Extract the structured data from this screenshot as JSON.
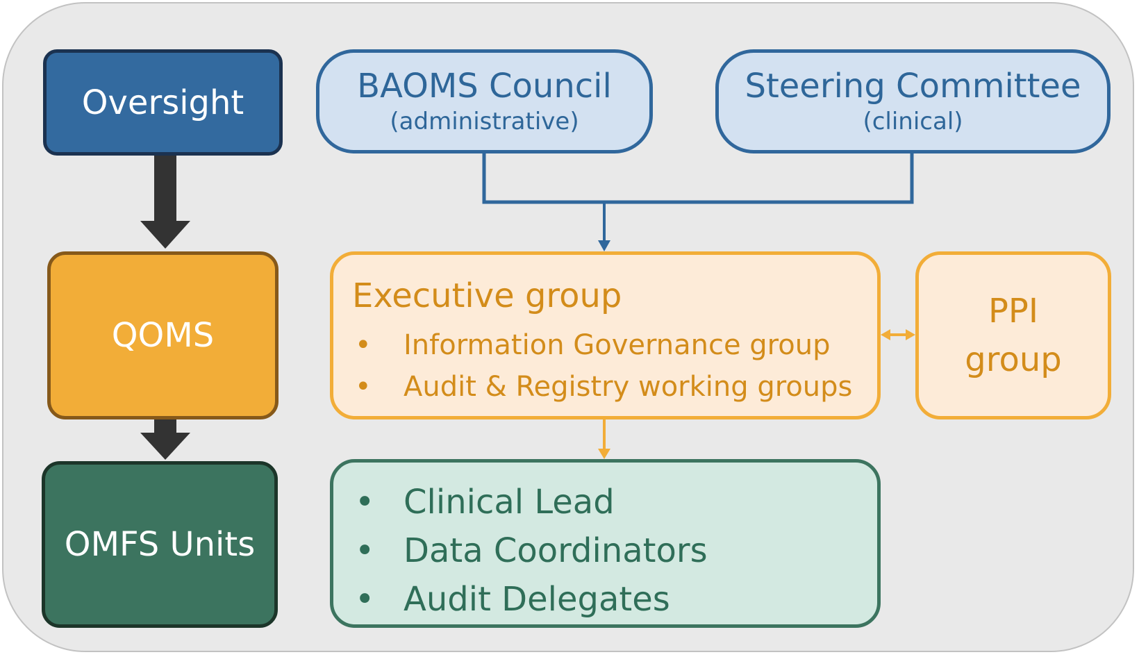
{
  "oversight": {
    "label": "Oversight"
  },
  "qoms": {
    "label": "QOMS"
  },
  "omfs_units": {
    "label": "OMFS Units"
  },
  "baoms_council": {
    "title": "BAOMS Council",
    "subtitle": "(administrative)"
  },
  "steering_committee": {
    "title": "Steering Committee",
    "subtitle": "(clinical)"
  },
  "executive_group": {
    "title": "Executive group",
    "items": [
      "Information Governance group",
      "Audit & Registry working groups"
    ]
  },
  "ppi_group": {
    "line1": "PPI",
    "line2": "group"
  },
  "unit_roles": {
    "items": [
      "Clinical Lead",
      "Data Coordinators",
      "Audit Delegates"
    ]
  },
  "bullet_char": "•",
  "colors": {
    "oversight_fill": "#336a9f",
    "qoms_fill": "#f2ad38",
    "omfs_fill": "#3c745f",
    "blue_text": "#2e6699",
    "orange_text": "#d38c1a",
    "green_text": "#2f6e58",
    "arrow_dark": "#333333"
  }
}
